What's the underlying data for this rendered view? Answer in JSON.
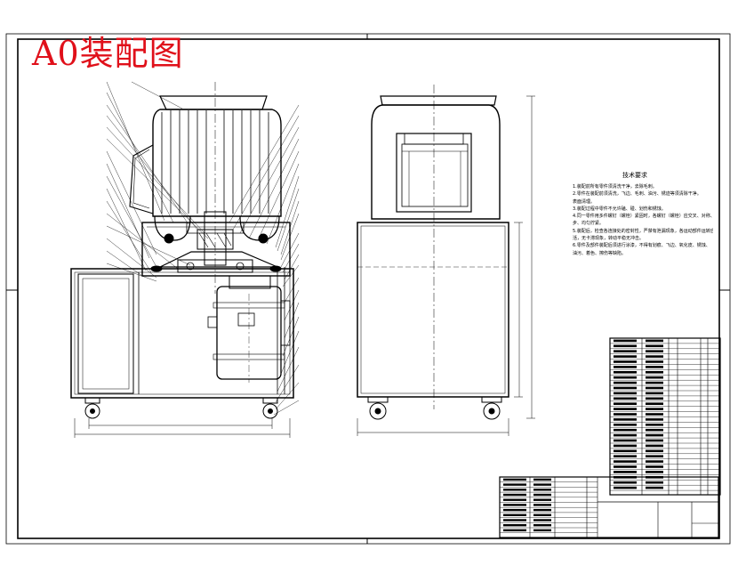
{
  "drawing": {
    "title": "A0装配图",
    "title_color": "#e0101a",
    "line_color": "#000000",
    "background": "#ffffff"
  },
  "technical_requirements": {
    "heading": "技术要求",
    "notes": [
      "1.装配前所有零件须清洗干净，去除毛刺。",
      "2.零件在装配前须清洗，飞边、毛刺、油污、锈迹等须清除干净。",
      "  表面清理。",
      "3.装配过程中零件不允许磕、碰、划伤和锈蚀。",
      "4.同一零件用多件螺钉（螺栓）紧固时，各螺钉（螺栓）应交叉、对称、逐",
      "  步、均匀拧紧。",
      "5.装配后，检查各连接处的密封性，严禁有泄漏现象，各运动部件运转应灵",
      "  活，无卡滞现象，转动平稳无冲击。",
      "6.零件及部件装配后须进行涂漆，不得有划痕、飞边、氧化皮、锈蚀、",
      "  油污、着色、擦伤等缺陷。"
    ]
  }
}
